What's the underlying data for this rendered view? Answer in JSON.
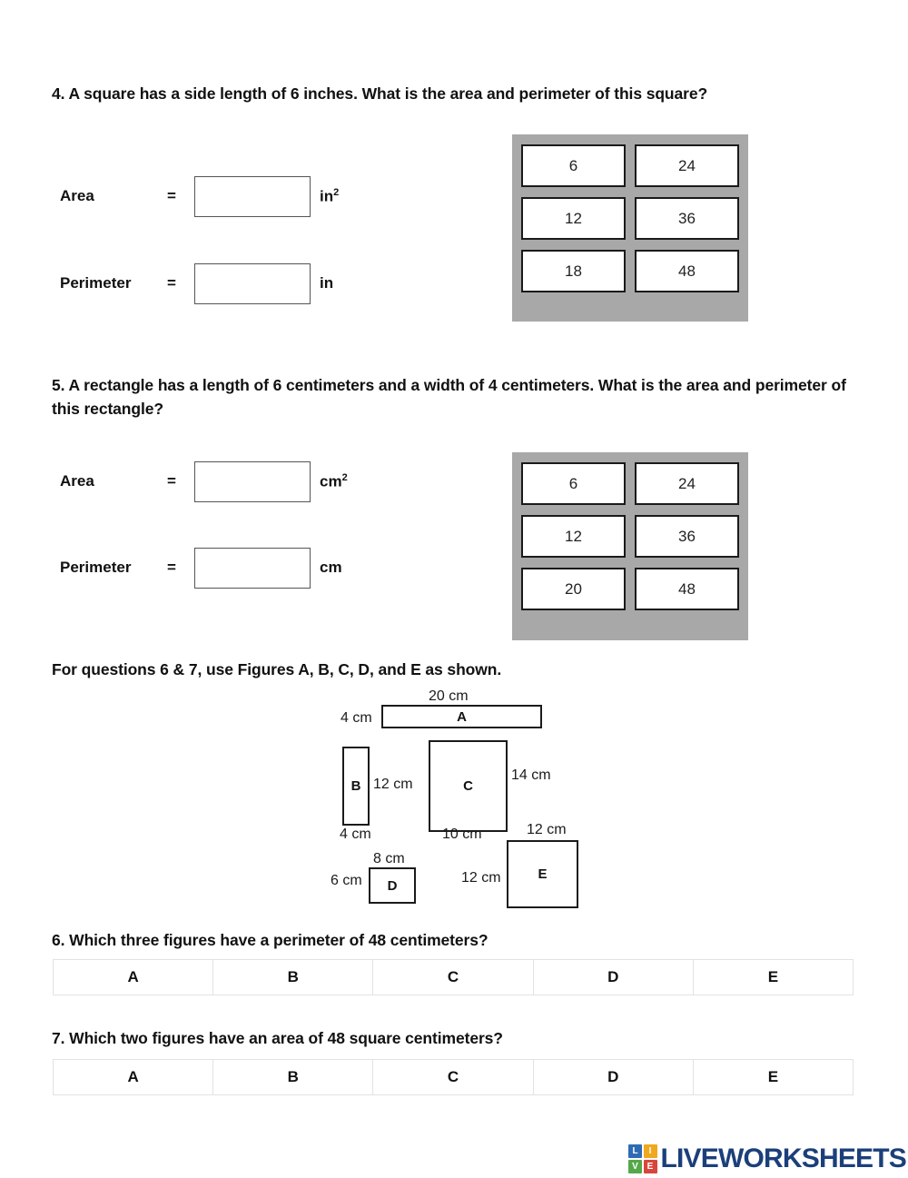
{
  "questions": {
    "q4": {
      "prompt": "4. A square has a side length of 6 inches. What is the area and perimeter of this square?",
      "area_label": "Area",
      "perimeter_label": "Perimeter",
      "equals": "=",
      "area_unit": "in",
      "area_unit_sup": "2",
      "perimeter_unit": "in",
      "area_value": "",
      "perimeter_value": "",
      "area_placeholder": "",
      "perimeter_placeholder": "",
      "choices": [
        "6",
        "24",
        "12",
        "36",
        "18",
        "48"
      ]
    },
    "q5": {
      "prompt": "5. A rectangle has a length of 6 centimeters and a width of 4 centimeters. What is the area and perimeter of this rectangle?",
      "area_label": "Area",
      "perimeter_label": "Perimeter",
      "equals": "=",
      "area_unit": "cm",
      "area_unit_sup": "2",
      "perimeter_unit": "cm",
      "area_value": "",
      "perimeter_value": "",
      "area_placeholder": "",
      "perimeter_placeholder": "",
      "choices": [
        "6",
        "24",
        "12",
        "36",
        "20",
        "48"
      ]
    },
    "figures_intro": "For questions 6 & 7, use Figures A, B, C, D, and E as shown.",
    "q6": {
      "prompt": "6. Which three figures have a perimeter of 48 centimeters?",
      "options": [
        "A",
        "B",
        "C",
        "D",
        "E"
      ]
    },
    "q7": {
      "prompt": "7. Which two figures have an area of 48 square centimeters?",
      "options": [
        "A",
        "B",
        "C",
        "D",
        "E"
      ]
    }
  },
  "figures": {
    "a": {
      "label": "A",
      "width_dim": "20 cm",
      "height_dim": "4 cm"
    },
    "b": {
      "label": "B",
      "width_dim": "4 cm",
      "height_dim": "12 cm"
    },
    "c": {
      "label": "C",
      "width_dim": "10 cm",
      "height_dim": "14 cm"
    },
    "d": {
      "label": "D",
      "width_dim": "8 cm",
      "height_dim": "6 cm"
    },
    "e": {
      "label": "E",
      "width_dim": "12 cm",
      "height_dim": "12 cm"
    }
  },
  "footer": {
    "logo_tiles": [
      "L",
      "I",
      "V",
      "E"
    ],
    "logo_text": "LIVEWORKSHEETS",
    "brand_color": "#1b3f7a"
  },
  "colors": {
    "panel_gray": "#a8a8a8",
    "cell_border": "#1a1a1a",
    "table_border": "#e2e2e2"
  }
}
